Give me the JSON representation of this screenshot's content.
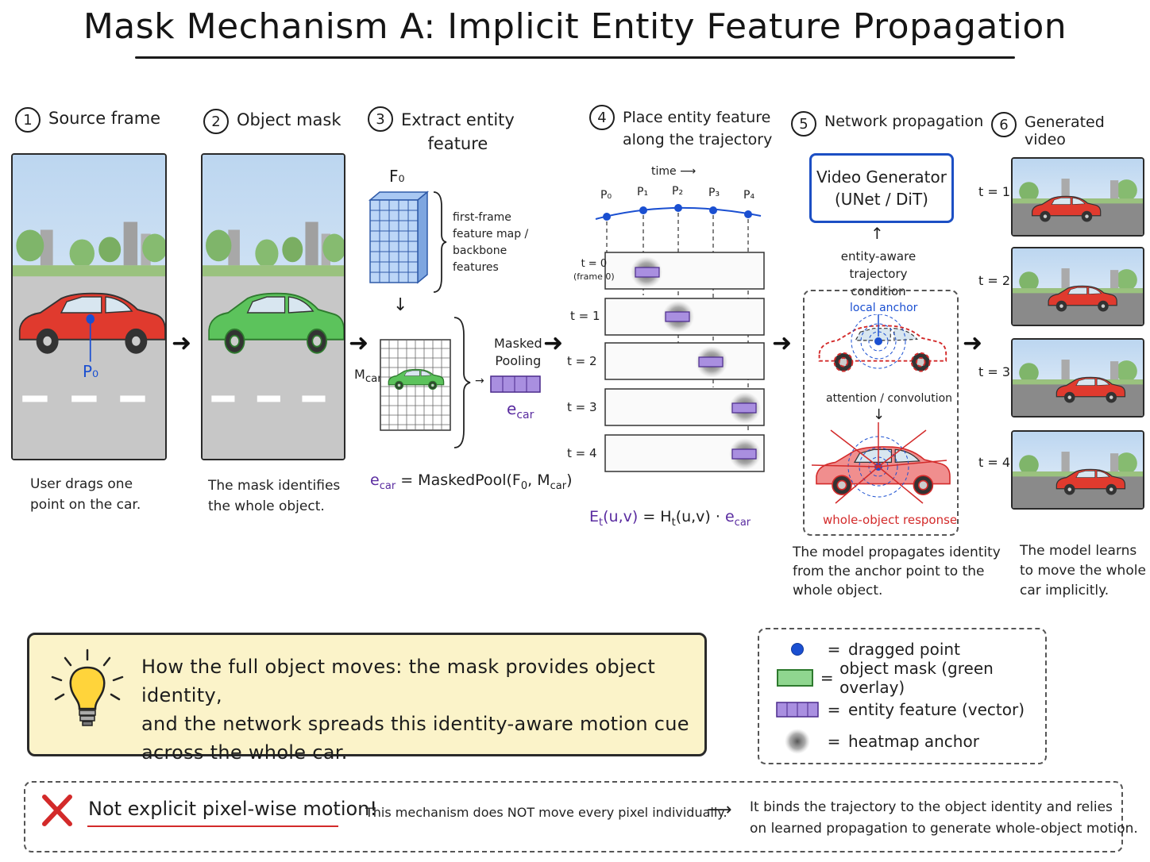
{
  "title": "Mask Mechanism A: Implicit Entity Feature Propagation",
  "steps": [
    {
      "num": "1",
      "label": "Source frame"
    },
    {
      "num": "2",
      "label": "Object mask"
    },
    {
      "num": "3",
      "label_line1": "Extract entity",
      "label_line2": "feature"
    },
    {
      "num": "4",
      "label_line1": "Place entity feature",
      "label_line2": "along the trajectory"
    },
    {
      "num": "5",
      "label": "Network propagation"
    },
    {
      "num": "6",
      "label": "Generated video"
    }
  ],
  "panel1": {
    "point_label": "P₀",
    "caption_line1": "User drags one",
    "caption_line2": "point on the car."
  },
  "panel2": {
    "caption_line1": "The mask identifies",
    "caption_line2": "the whole object."
  },
  "panel3": {
    "feature_label": "F₀",
    "brace_lines": [
      "first-frame",
      "feature map /",
      "backbone",
      "features"
    ],
    "mask_label": "Mcar",
    "pool_line1": "Masked",
    "pool_line2": "Pooling",
    "ecar_label": "ecar",
    "formula": "ecar = MaskedPool(F₀, Mcar)"
  },
  "panel4": {
    "time_label": "time ⟶",
    "points": [
      "P₀",
      "P₁",
      "P₂",
      "P₃",
      "P₄"
    ],
    "rows": [
      "t = 0",
      "t = 1",
      "t = 2",
      "t = 3",
      "t = 4"
    ],
    "row0_sub": "(frame 0)",
    "formula": "Eₜ(u,v) = Hₜ(u,v) · ecar"
  },
  "panel5": {
    "gen_line1": "Video Generator",
    "gen_line2": "(UNet / DiT)",
    "cond_line1": "entity-aware",
    "cond_line2": "trajectory condition",
    "local_anchor": "local anchor",
    "attn": "attention / convolution",
    "response": "whole-object response",
    "caption_line1": "The model propagates identity",
    "caption_line2": "from the anchor point to the",
    "caption_line3": "whole object."
  },
  "panel6": {
    "rows": [
      "t = 1",
      "t = 2",
      "t = 3",
      "t = 4"
    ],
    "caption_line1": "The model learns",
    "caption_line2": "to move the whole",
    "caption_line3": "car implicitly."
  },
  "tip": {
    "line1": "How the full object moves: the mask provides object identity,",
    "line2": "and the network spreads this identity-aware motion cue",
    "line3": "across the whole car."
  },
  "legend": [
    {
      "eq": "=",
      "text": "dragged point"
    },
    {
      "eq": "=",
      "text": "object mask (green overlay)"
    },
    {
      "eq": "=",
      "text": "entity feature (vector)"
    },
    {
      "eq": "=",
      "text": "heatmap anchor"
    }
  ],
  "footer": {
    "warning": "Not explicit pixel-wise motion!",
    "middle": "This mechanism does NOT move every pixel individually.",
    "right_line1": "It binds the trajectory to the object identity and relies",
    "right_line2": "on learned propagation to generate whole-object motion."
  },
  "colors": {
    "blue": "#1a4fd1",
    "purple": "#8a5fd0",
    "red": "#d32a2a",
    "green": "#5cc35c",
    "tip_bg": "#fbf3c9"
  }
}
